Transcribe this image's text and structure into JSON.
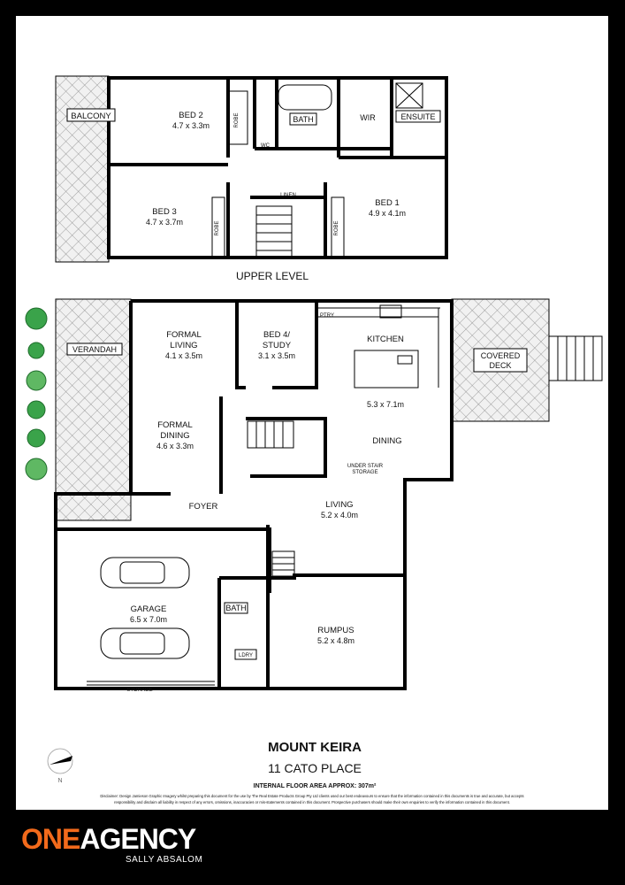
{
  "floorplan": {
    "upper_level_label": "UPPER LEVEL",
    "rooms_upper": {
      "balcony": "BALCONY",
      "bed2": {
        "name": "BED 2",
        "size": "4.7 x 3.3m"
      },
      "bed3": {
        "name": "BED 3",
        "size": "4.7 x 3.7m"
      },
      "bed1": {
        "name": "BED 1",
        "size": "4.9 x 4.1m"
      },
      "bath": "BATH",
      "wc": "WC",
      "wir": "WIR",
      "ensuite": "ENSUITE",
      "linen": "LINEN",
      "robe": "ROBE"
    },
    "rooms_lower": {
      "verandah": "VERANDAH",
      "formal_living": {
        "name_line1": "FORMAL",
        "name_line2": "LIVING",
        "size": "4.1 x 3.5m"
      },
      "bed4": {
        "name_line1": "BED 4/",
        "name_line2": "STUDY",
        "size": "3.1 x 3.5m"
      },
      "ptry": "PTRY",
      "kitchen": "KITCHEN",
      "kitchen_size": "5.3 x 7.1m",
      "covered_deck": {
        "line1": "COVERED",
        "line2": "DECK"
      },
      "formal_dining": {
        "name_line1": "FORMAL",
        "name_line2": "DINING",
        "size": "4.6 x 3.3m"
      },
      "dining": "DINING",
      "under_stair": {
        "line1": "UNDER STAIR",
        "line2": "STORAGE"
      },
      "foyer": "FOYER",
      "living": {
        "name": "LIVING",
        "size": "5.2 x 4.0m"
      },
      "garage": {
        "name": "GARAGE",
        "size": "6.5 x 7.0m"
      },
      "bath": "BATH",
      "ldry": "LDRY",
      "rumpus": {
        "name": "RUMPUS",
        "size": "5.2 x 4.8m"
      },
      "storage": "STORAGE"
    },
    "property": {
      "suburb": "MOUNT KEIRA",
      "address": "11 CATO PLACE",
      "area": "INTERNAL FLOOR AREA APPROX: 307m²"
    },
    "north_label": "N",
    "disclaimer_line1": "Disclaimer: Design Jamieson Graphic Imagery whilst preparing this document for the use by The Real Estate Products Group Pty Ltd clients used our best endeavours to ensure that the information contained in this documents is true and accurate, but accepts",
    "disclaimer_line2": "responsibility and disclaim all liability in respect of any errors, omissions, inaccuracies or mis-statements contained in this document. Prospective purchasers should make their own enquiries to verify the information contained in this document."
  },
  "brand": {
    "name_part1": "ONE",
    "name_part2": "AGENCY",
    "agent": "SALLY ABSALOM",
    "accent_color": "#f26a1b"
  }
}
